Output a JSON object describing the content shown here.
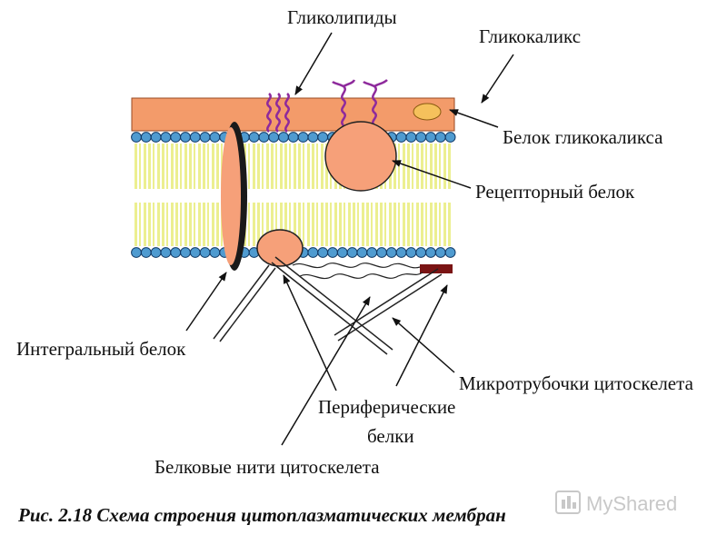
{
  "labels": {
    "glycolipids": "Гликолипиды",
    "glycocalyx": "Гликокаликс",
    "glycocalyx_protein": "Белок гликокаликса",
    "receptor_protein": "Рецепторный белок",
    "integral_protein": "Интегральный белок",
    "microtubules": "Микротрубочки цитоскелета",
    "peripheral_proteins_line1": "Периферические",
    "peripheral_proteins_line2": "белки",
    "cytoskeleton_filaments": "Белковые нити цитоскелета"
  },
  "caption": "Рис. 2.18 Схема строения цитоплазматических мембран",
  "watermark": "MyShared",
  "colors": {
    "glycocalyx": "#f39b6a",
    "protein": "#f6a079",
    "lipid_head": "#4f9bd0",
    "lipid_tail": "#ecef90",
    "glycolipid": "#8e2a9c",
    "peripheral_bar": "#7a1414"
  }
}
